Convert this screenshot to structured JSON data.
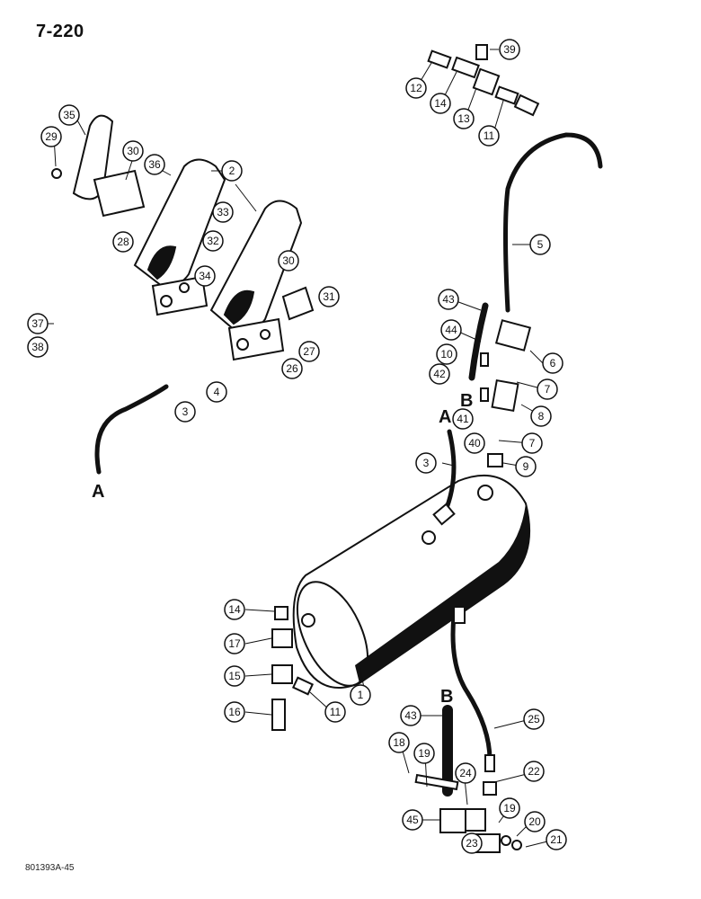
{
  "page_number": "7-220",
  "figure_id": "801393A-45",
  "connection_labels": [
    "A",
    "B",
    "A",
    "B"
  ],
  "callouts": [
    "39",
    "12",
    "14",
    "13",
    "11",
    "35",
    "29",
    "30",
    "36",
    "2",
    "33",
    "32",
    "34",
    "28",
    "30",
    "31",
    "43",
    "5",
    "44",
    "6",
    "10",
    "37",
    "38",
    "27",
    "4",
    "26",
    "42",
    "7",
    "3",
    "41",
    "8",
    "40",
    "7",
    "3",
    "9",
    "14",
    "17",
    "15",
    "16",
    "11",
    "1",
    "43",
    "25",
    "18",
    "19",
    "22",
    "24",
    "45",
    "19",
    "20",
    "23",
    "21"
  ]
}
